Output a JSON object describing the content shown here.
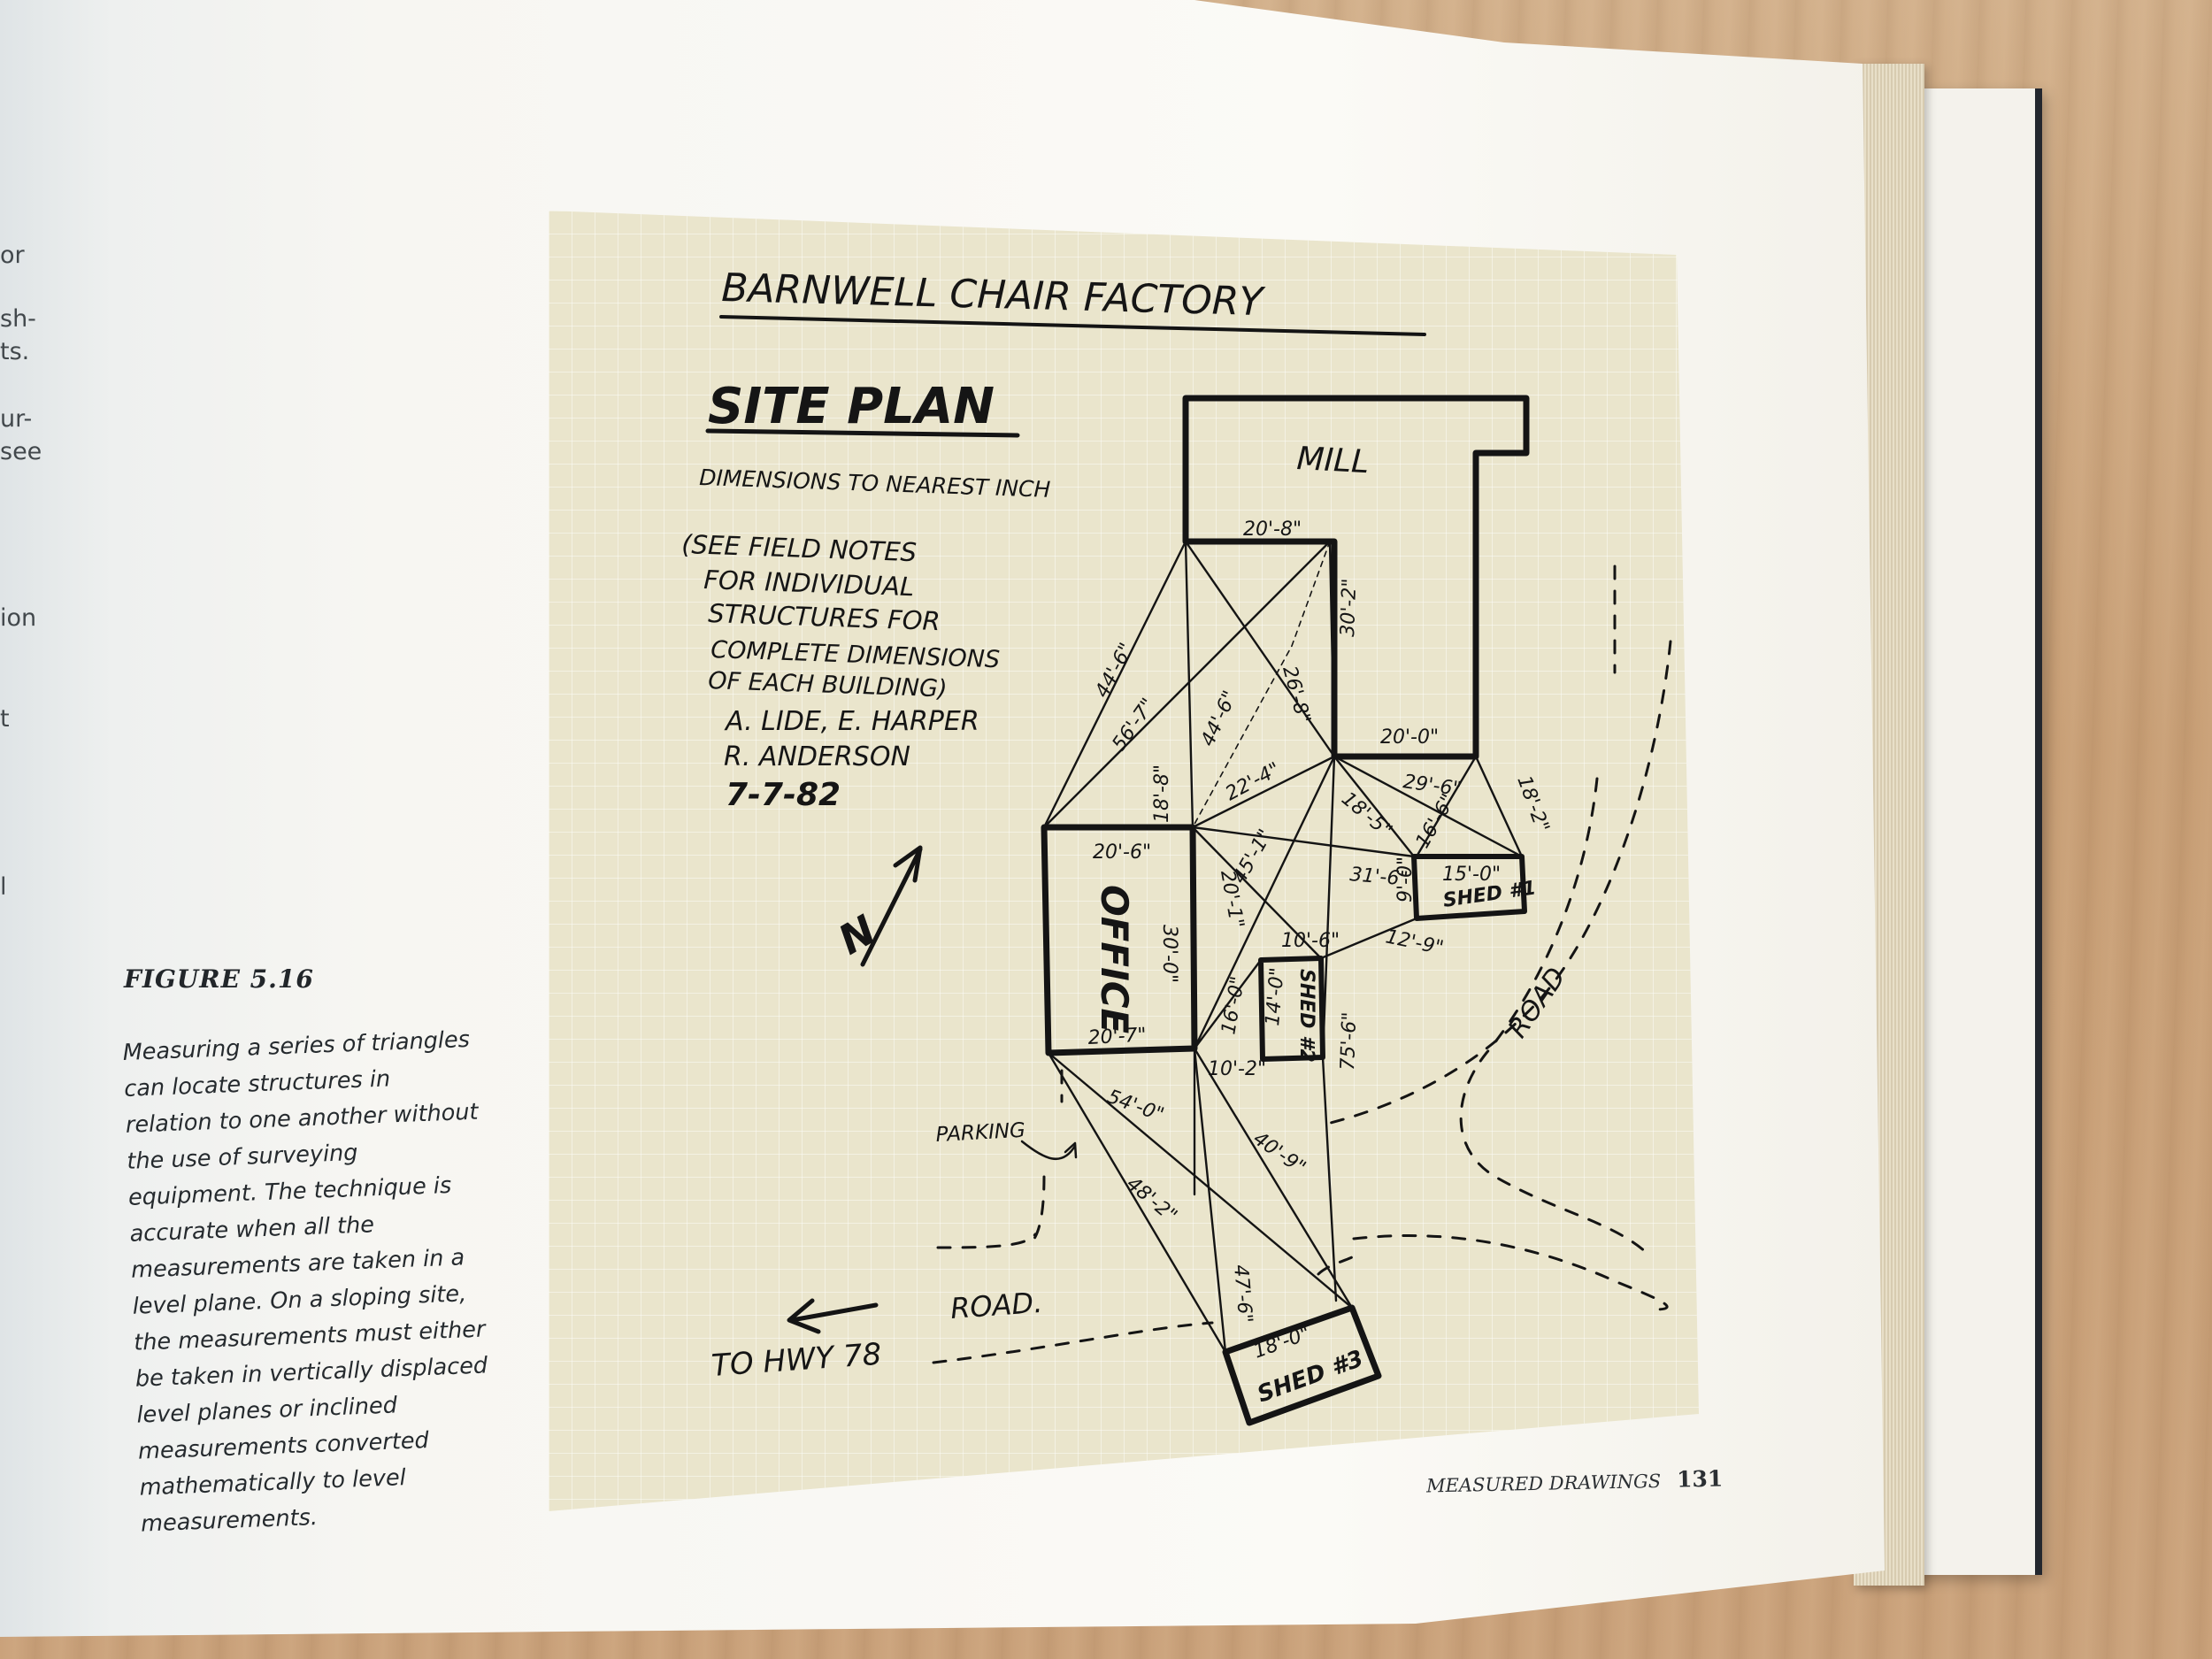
{
  "page": {
    "left_fragments": [
      "or",
      "sh-",
      "ts.",
      "ur-",
      "see",
      "ion",
      "t",
      "l"
    ],
    "figure_label": "FIGURE 5.16",
    "caption_lines": [
      "Measuring a series of triangles",
      "can locate structures in",
      "relation to one another without",
      "the use of surveying",
      "equipment. The technique is",
      "accurate when all the",
      "measurements are taken in a",
      "level plane. On a sloping site,",
      "the measurements must either",
      "be taken in vertically displaced",
      "level planes or inclined",
      "measurements converted",
      "mathematically to level",
      "measurements."
    ],
    "running_footer": "MEASURED DRAWINGS",
    "page_number": "131"
  },
  "drawing": {
    "title": "BARNWELL CHAIR FACTORY",
    "subtitle": "SITE PLAN",
    "note_dimensions": "DIMENSIONS TO NEAREST INCH",
    "notes": [
      "(SEE FIELD NOTES",
      "FOR INDIVIDUAL",
      "STRUCTURES FOR",
      "COMPLETE DIMENSIONS",
      "OF EACH BUILDING)"
    ],
    "authors_1": "A. LIDE, E. HARPER",
    "authors_2": "R. ANDERSON",
    "date": "7-7-82",
    "north": "N",
    "buildings": {
      "mill": "MILL",
      "office": "OFFICE",
      "shed1": "SHED #1",
      "shed2": "SHED #2",
      "shed3": "SHED #3"
    },
    "labels": {
      "parking": "PARKING",
      "road_bottom": "ROAD.",
      "road_right": "ROAD",
      "to_hwy": "TO HWY 78"
    },
    "dimensions": {
      "d_20_8": "20'-8\"",
      "d_44_6a": "44'-6\"",
      "d_56_7": "56'-7\"",
      "d_44_6b": "44'-6\"",
      "d_30_2": "30'-2\"",
      "d_26_8": "26'-8\"",
      "d_20_0": "20'-0\"",
      "d_29_6": "29'-6\"",
      "d_18_2": "18'-2\"",
      "d_22_4": "22'-4\"",
      "d_18_5": "18'-5\"",
      "d_16_6": "16'-6\"",
      "d_18_8": "18'-8\"",
      "d_20_6": "20'-6\"",
      "d_45_1": "45'-1\"",
      "d_31_6": "31'-6\"",
      "d_15_0": "15'-0\"",
      "d_9_0": "9'-0\"",
      "d_30_0": "30'-0\"",
      "d_20_1": "20'-1\"",
      "d_10_6": "10'-6\"",
      "d_12_9": "12'-9\"",
      "d_16_0": "16'-0\"",
      "d_14_0": "14'-0\"",
      "d_75_6": "75'-6\"",
      "d_20_7": "20'-7\"",
      "d_10_2": "10'-2\"",
      "d_54_0": "54'-0\"",
      "d_40_9": "40'-9\"",
      "d_48_2": "48'-2\"",
      "d_47_6": "47'-6\"",
      "d_18_0": "18'-0\""
    }
  }
}
